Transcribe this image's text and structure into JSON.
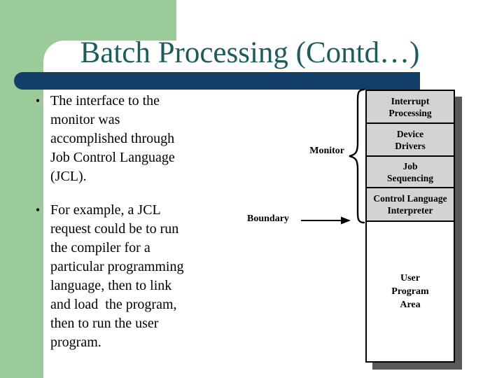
{
  "slide": {
    "title": "Batch Processing (Contd…)",
    "bullets": [
      {
        "marker": "•",
        "text": "The interface to the\nmonitor was\naccomplished through\nJob Control Language\n(JCL)."
      },
      {
        "marker": "•",
        "text": "For example, a JCL\nrequest could be to run\nthe compiler for a\nparticular programming\nlanguage, then to link\nand load  the program,\nthen to run the user\nprogram."
      }
    ]
  },
  "diagram": {
    "monitor_label": "Monitor",
    "boundary_label": "Boundary",
    "memory_sections": [
      {
        "label": "Interrupt\nProcessing",
        "region": "monitor"
      },
      {
        "label": "Device\nDrivers",
        "region": "monitor"
      },
      {
        "label": "Job\nSequencing",
        "region": "monitor"
      },
      {
        "label": "Control Language\nInterpreter",
        "region": "monitor"
      },
      {
        "label": "User\nProgram\nArea",
        "region": "user"
      }
    ]
  },
  "colors": {
    "background": "#FFFFFF",
    "green_accent": "#9BCA9B",
    "navy_bar": "#133E68",
    "title_teal": "#1E5C5C",
    "box_gray": "#D3D3D3",
    "box_shadow": "#595959",
    "text_black": "#000000"
  }
}
